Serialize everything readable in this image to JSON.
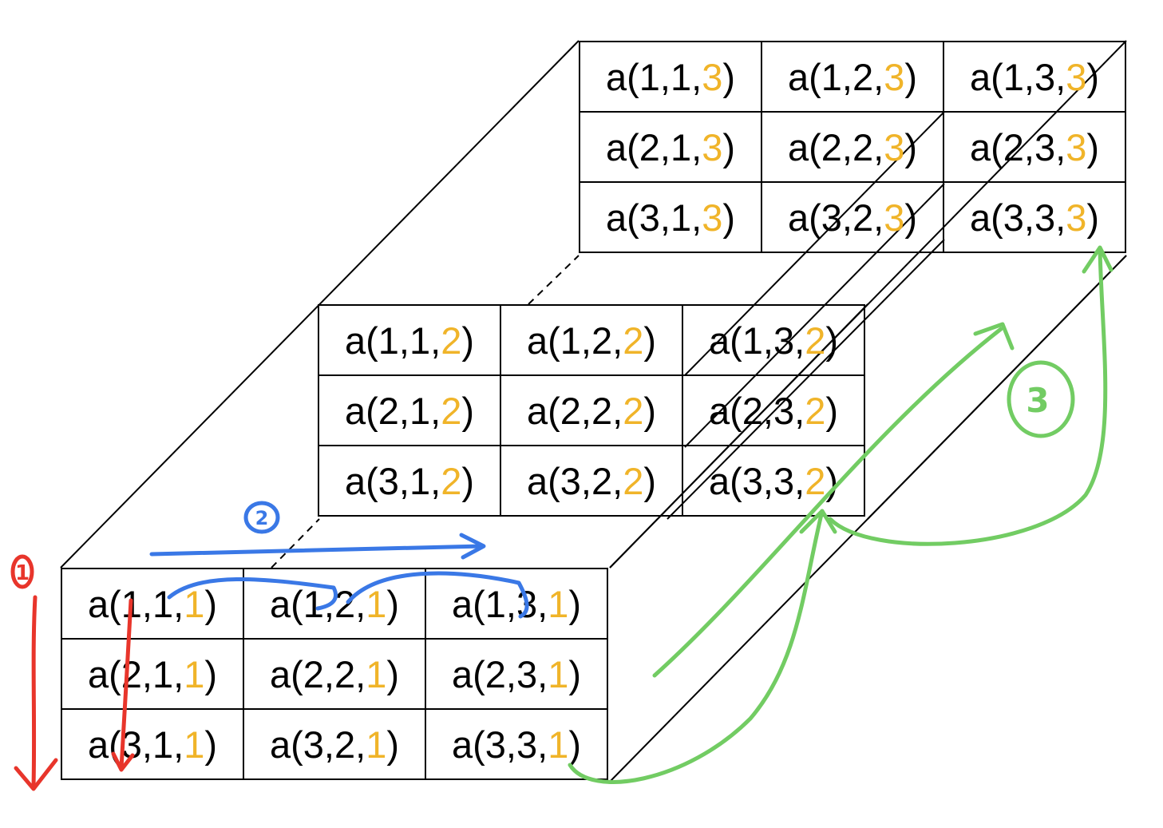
{
  "colors": {
    "index_highlight": "#f0b429",
    "axis1_annotation": "#e8352b",
    "axis2_annotation": "#3a78e6",
    "axis3_annotation": "#72cc63"
  },
  "layers": [
    {
      "k": "1",
      "rows": [
        [
          {
            "pre": "a(1,1,",
            "k": "1",
            "post": ")"
          },
          {
            "pre": "a(1,2,",
            "k": "1",
            "post": ")"
          },
          {
            "pre": "a(1,3,",
            "k": "1",
            "post": ")"
          }
        ],
        [
          {
            "pre": "a(2,1,",
            "k": "1",
            "post": ")"
          },
          {
            "pre": "a(2,2,",
            "k": "1",
            "post": ")"
          },
          {
            "pre": "a(2,3,",
            "k": "1",
            "post": ")"
          }
        ],
        [
          {
            "pre": "a(3,1,",
            "k": "1",
            "post": ")"
          },
          {
            "pre": "a(3,2,",
            "k": "1",
            "post": ")"
          },
          {
            "pre": "a(3,3,",
            "k": "1",
            "post": ")"
          }
        ]
      ]
    },
    {
      "k": "2",
      "rows": [
        [
          {
            "pre": "a(1,1,",
            "k": "2",
            "post": ")"
          },
          {
            "pre": "a(1,2,",
            "k": "2",
            "post": ")"
          },
          {
            "pre": "a(1,3,",
            "k": "2",
            "post": ")"
          }
        ],
        [
          {
            "pre": "a(2,1,",
            "k": "2",
            "post": ")"
          },
          {
            "pre": "a(2,2,",
            "k": "2",
            "post": ")"
          },
          {
            "pre": "a(2,3,",
            "k": "2",
            "post": ")"
          }
        ],
        [
          {
            "pre": "a(3,1,",
            "k": "2",
            "post": ")"
          },
          {
            "pre": "a(3,2,",
            "k": "2",
            "post": ")"
          },
          {
            "pre": "a(3,3,",
            "k": "2",
            "post": ")"
          }
        ]
      ]
    },
    {
      "k": "3",
      "rows": [
        [
          {
            "pre": "a(1,1,",
            "k": "3",
            "post": ")"
          },
          {
            "pre": "a(1,2,",
            "k": "3",
            "post": ")"
          },
          {
            "pre": "a(1,3,",
            "k": "3",
            "post": ")"
          }
        ],
        [
          {
            "pre": "a(2,1,",
            "k": "3",
            "post": ")"
          },
          {
            "pre": "a(2,2,",
            "k": "3",
            "post": ")"
          },
          {
            "pre": "a(2,3,",
            "k": "3",
            "post": ")"
          }
        ],
        [
          {
            "pre": "a(3,1,",
            "k": "3",
            "post": ")"
          },
          {
            "pre": "a(3,2,",
            "k": "3",
            "post": ")"
          },
          {
            "pre": "a(3,3,",
            "k": "3",
            "post": ")"
          }
        ]
      ]
    }
  ],
  "annotations": {
    "axis1_mark": "1",
    "axis2_mark": "2",
    "axis3_mark": "3"
  }
}
